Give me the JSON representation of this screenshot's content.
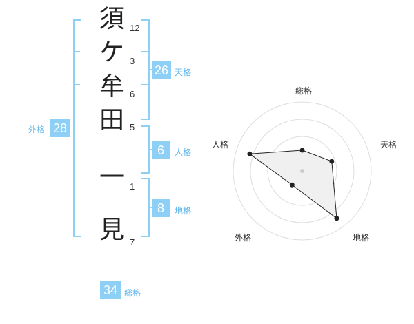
{
  "characters": [
    {
      "char": "須",
      "strokes": "12"
    },
    {
      "char": "ケ",
      "strokes": "3"
    },
    {
      "char": "牟",
      "strokes": "6"
    },
    {
      "char": "田",
      "strokes": "5"
    },
    {
      "char": "一",
      "strokes": "1"
    },
    {
      "char": "見",
      "strokes": "7"
    }
  ],
  "scores": {
    "tenkaku": {
      "value": "26",
      "label": "天格"
    },
    "jinkaku": {
      "value": "6",
      "label": "人格"
    },
    "chikaku": {
      "value": "8",
      "label": "地格"
    },
    "gaikaku": {
      "value": "28",
      "label": "外格"
    },
    "soukaku": {
      "value": "34",
      "label": "総格"
    }
  },
  "radar": {
    "axes": [
      "総格",
      "天格",
      "地格",
      "外格",
      "人格"
    ],
    "values": [
      0.3,
      0.45,
      0.85,
      0.25,
      0.8
    ],
    "colors": {
      "grid": "#dddddd",
      "fill": "#eeeeee",
      "line": "#222222",
      "center": "#cccccc"
    }
  },
  "colors": {
    "accent": "#8dcff5",
    "label": "#5bb4ec"
  }
}
